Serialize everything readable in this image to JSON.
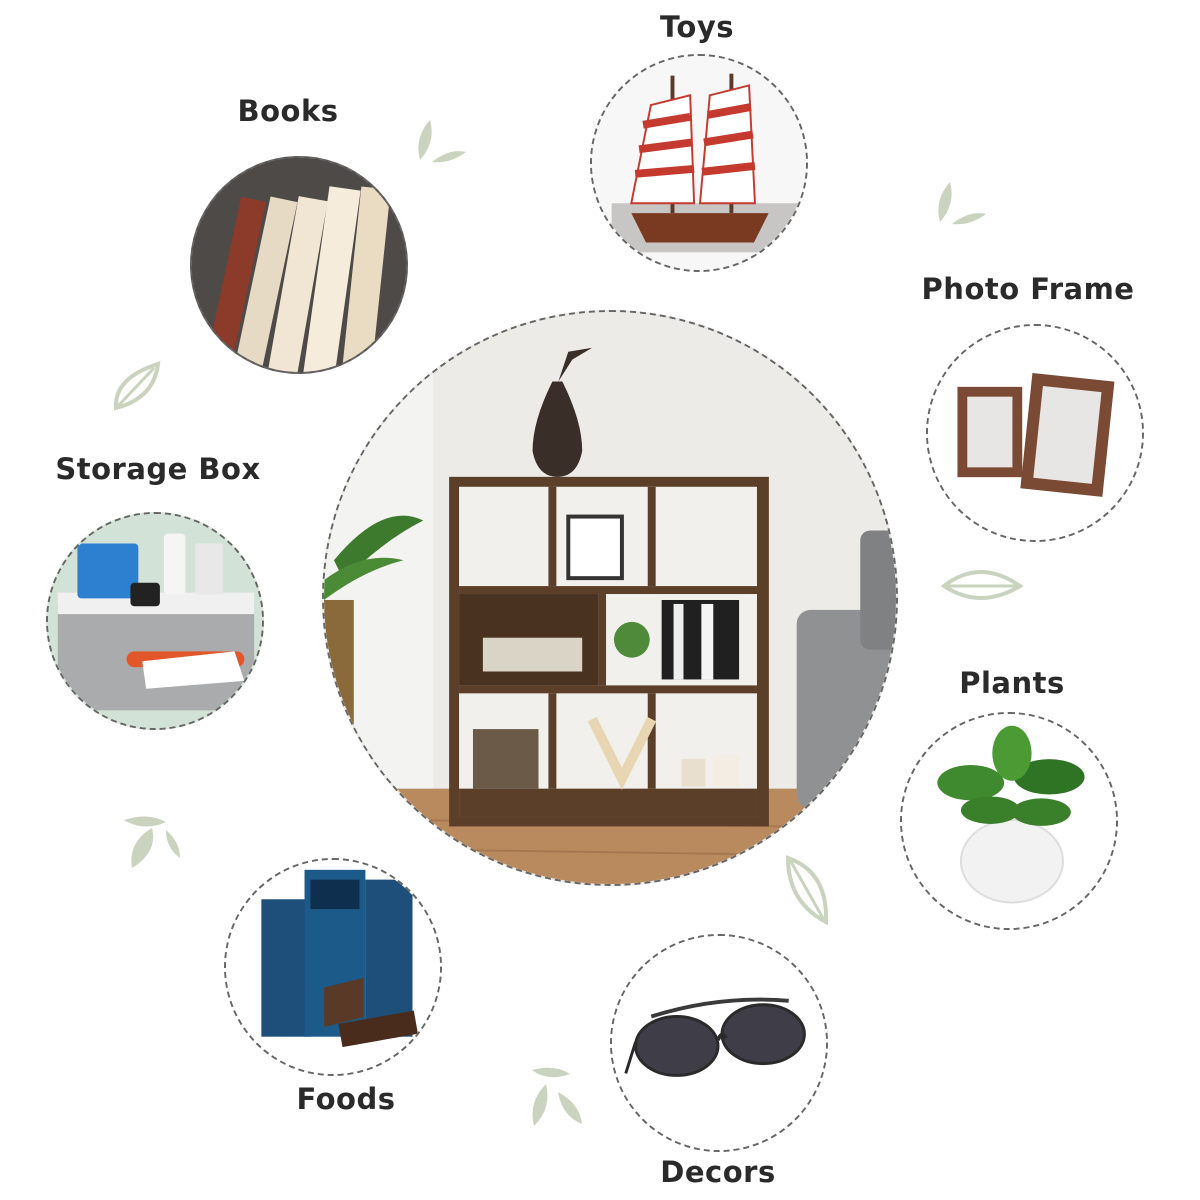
{
  "labels": {
    "toys": "Toys",
    "books": "Books",
    "photo_frame": "Photo Frame",
    "storage_box": "Storage Box",
    "plants": "Plants",
    "foods": "Foods",
    "decors": "Decors"
  },
  "colors": {
    "leaf": "#c9d3bd",
    "wood": "#6a4a30",
    "dashed_border": "#666666"
  },
  "icons": [
    "leaf-icon"
  ]
}
